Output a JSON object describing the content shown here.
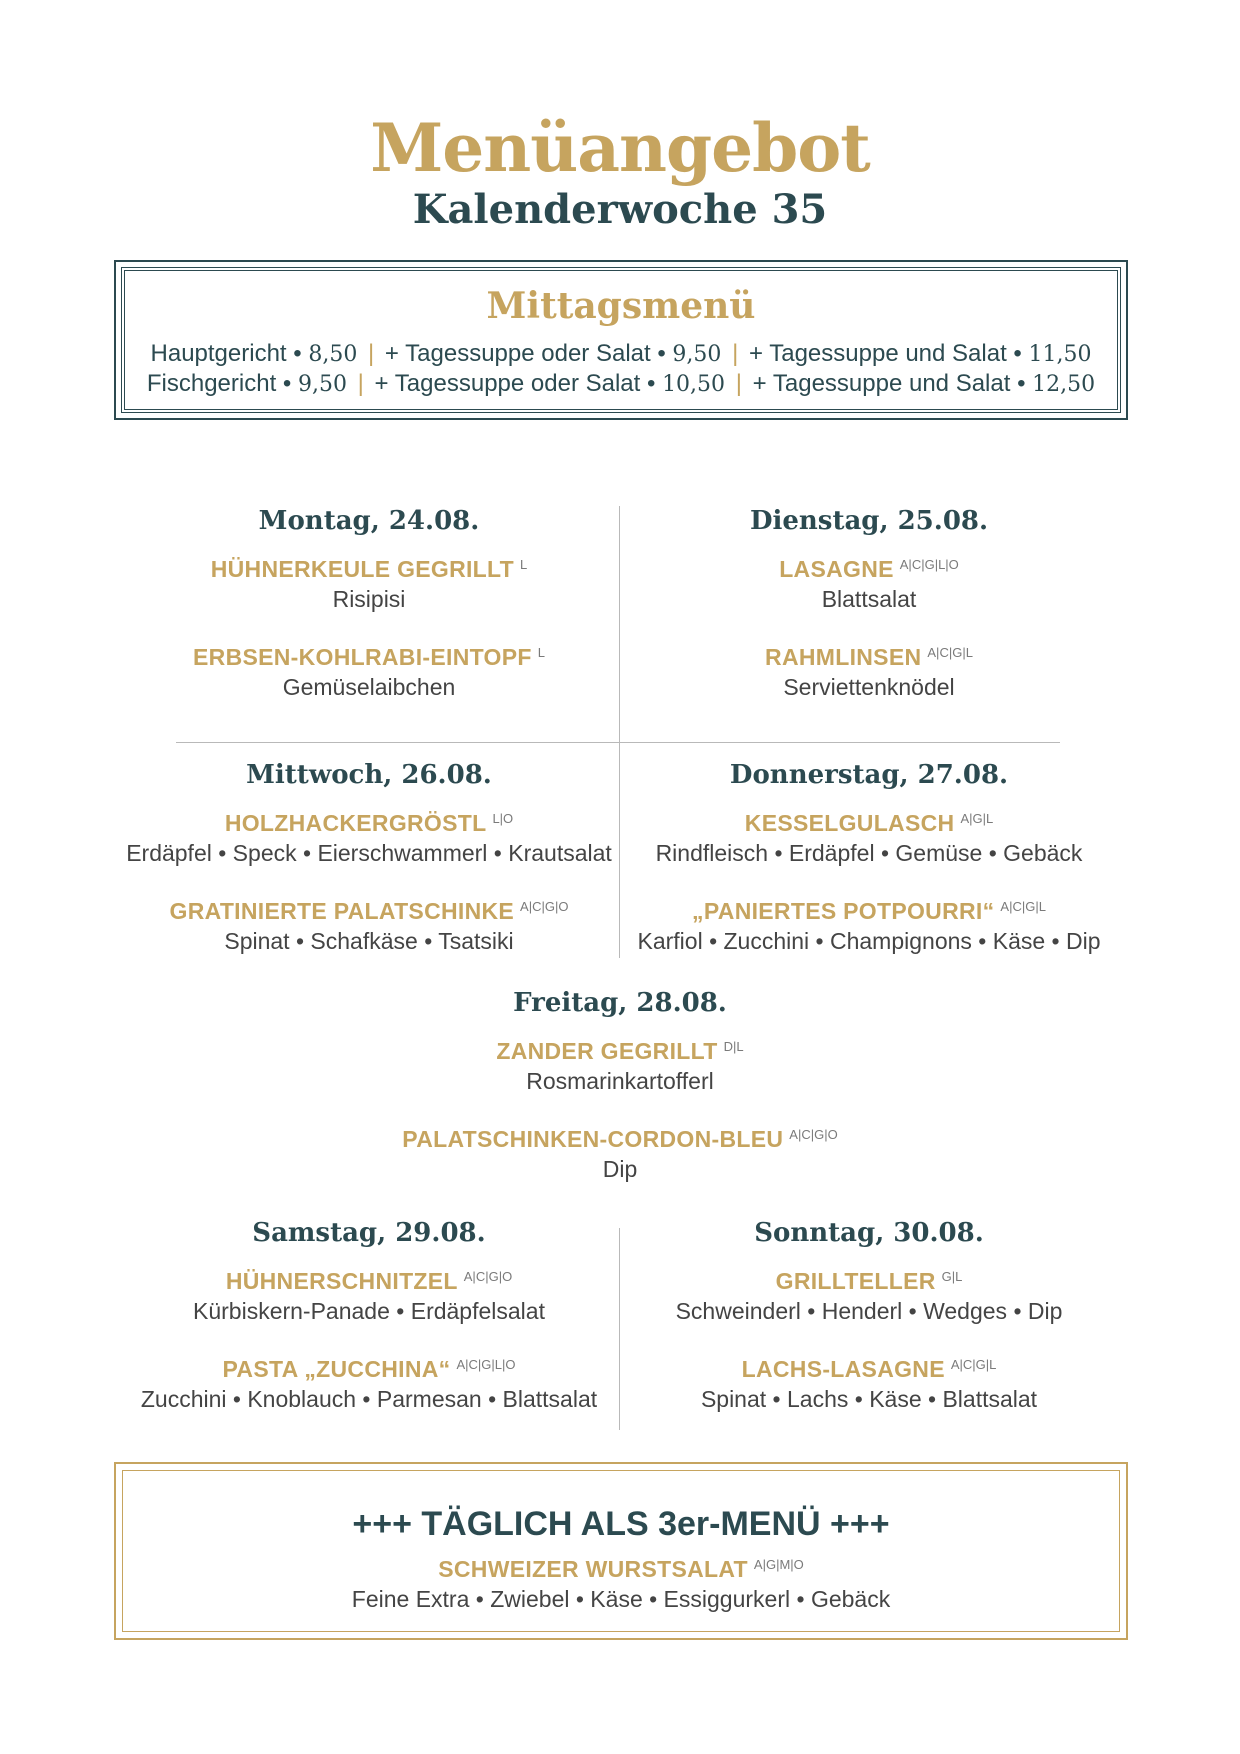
{
  "header": {
    "title": "Menüangebot",
    "subtitle": "Kalenderwoche 35"
  },
  "lunch": {
    "title": "Mittagsmenü",
    "rows": [
      {
        "label": "Hauptgericht",
        "price": "8,50",
        "opt1_label": "+ Tagessuppe oder Salat",
        "opt1_price": "9,50",
        "opt2_label": "+ Tagessuppe und Salat",
        "opt2_price": "11,50"
      },
      {
        "label": "Fischgericht",
        "price": "9,50",
        "opt1_label": "+ Tagessuppe oder Salat",
        "opt1_price": "10,50",
        "opt2_label": "+ Tagessuppe und Salat",
        "opt2_price": "12,50"
      }
    ],
    "bullet": "•",
    "separator": "|"
  },
  "days": {
    "monday": {
      "name": "Montag, 24.08.",
      "dishes": [
        {
          "name": "HÜHNERKEULE GEGRILLT",
          "allergens": "L",
          "side": "Risipisi"
        },
        {
          "name": "ERBSEN-KOHLRABI-EINTOPF",
          "allergens": "L",
          "side": "Gemüselaibchen"
        }
      ]
    },
    "tuesday": {
      "name": "Dienstag, 25.08.",
      "dishes": [
        {
          "name": "LASAGNE",
          "allergens": "A|C|G|L|O",
          "side": "Blattsalat"
        },
        {
          "name": "RAHMLINSEN",
          "allergens": "A|C|G|L",
          "side": "Serviettenknödel"
        }
      ]
    },
    "wednesday": {
      "name": "Mittwoch, 26.08.",
      "dishes": [
        {
          "name": "HOLZHACKERGRÖSTL",
          "allergens": "L|O",
          "side": "Erdäpfel • Speck • Eierschwammerl • Krautsalat"
        },
        {
          "name": "GRATINIERTE PALATSCHINKE",
          "allergens": "A|C|G|O",
          "side": "Spinat • Schafkäse • Tsatsiki"
        }
      ]
    },
    "thursday": {
      "name": "Donnerstag, 27.08.",
      "dishes": [
        {
          "name": "KESSELGULASCH",
          "allergens": "A|G|L",
          "side": "Rindfleisch • Erdäpfel • Gemüse • Gebäck"
        },
        {
          "name": "„PANIERTES POTPOURRI“",
          "allergens": "A|C|G|L",
          "side": "Karfiol • Zucchini • Champignons • Käse • Dip"
        }
      ]
    },
    "friday": {
      "name": "Freitag, 28.08.",
      "dishes": [
        {
          "name": "ZANDER GEGRILLT",
          "allergens": "D|L",
          "side": "Rosmarinkartofferl"
        },
        {
          "name": "PALATSCHINKEN-CORDON-BLEU",
          "allergens": "A|C|G|O",
          "side": "Dip"
        }
      ]
    },
    "saturday": {
      "name": "Samstag, 29.08.",
      "dishes": [
        {
          "name": "HÜHNERSCHNITZEL",
          "allergens": "A|C|G|O",
          "side": "Kürbiskern-Panade • Erdäpfelsalat"
        },
        {
          "name": "PASTA „ZUCCHINA“",
          "allergens": "A|C|G|L|O",
          "side": "Zucchini • Knoblauch • Parmesan • Blattsalat"
        }
      ]
    },
    "sunday": {
      "name": "Sonntag, 30.08.",
      "dishes": [
        {
          "name": "GRILLTELLER",
          "allergens": "G|L",
          "side": "Schweinderl • Henderl • Wedges • Dip"
        },
        {
          "name": "LACHS-LASAGNE",
          "allergens": "A|C|G|L",
          "side": "Spinat • Lachs • Käse • Blattsalat"
        }
      ]
    }
  },
  "daily": {
    "title": "+++ TÄGLICH ALS 3er-MENÜ +++",
    "dish": {
      "name": "SCHWEIZER WURSTSALAT",
      "allergens": "A|G|M|O",
      "side": "Feine Extra • Zwiebel • Käse • Essiggurkerl • Gebäck"
    }
  },
  "colors": {
    "gold": "#c6a45f",
    "teal": "#2c4a50",
    "text": "#444444"
  }
}
